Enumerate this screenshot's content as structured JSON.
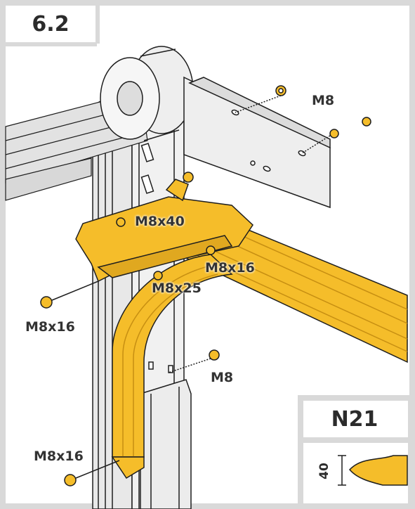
{
  "step": {
    "number": "6.2"
  },
  "labels": {
    "nut_upper": "M8",
    "bolt_top": "M8x40",
    "bolt_middle": "M8x16",
    "bolt_lower": "M8x25",
    "bolt_left": "M8x16",
    "nut_lower": "M8",
    "bolt_bottom": "M8x16"
  },
  "inset": {
    "title": "N21",
    "dimension": "40"
  },
  "colors": {
    "highlight": "#f5bd2a",
    "highlight_dark": "#c78f12",
    "metal": "#e6e6e6",
    "outline": "#1e1e1e",
    "frame": "#d9d9d9"
  }
}
